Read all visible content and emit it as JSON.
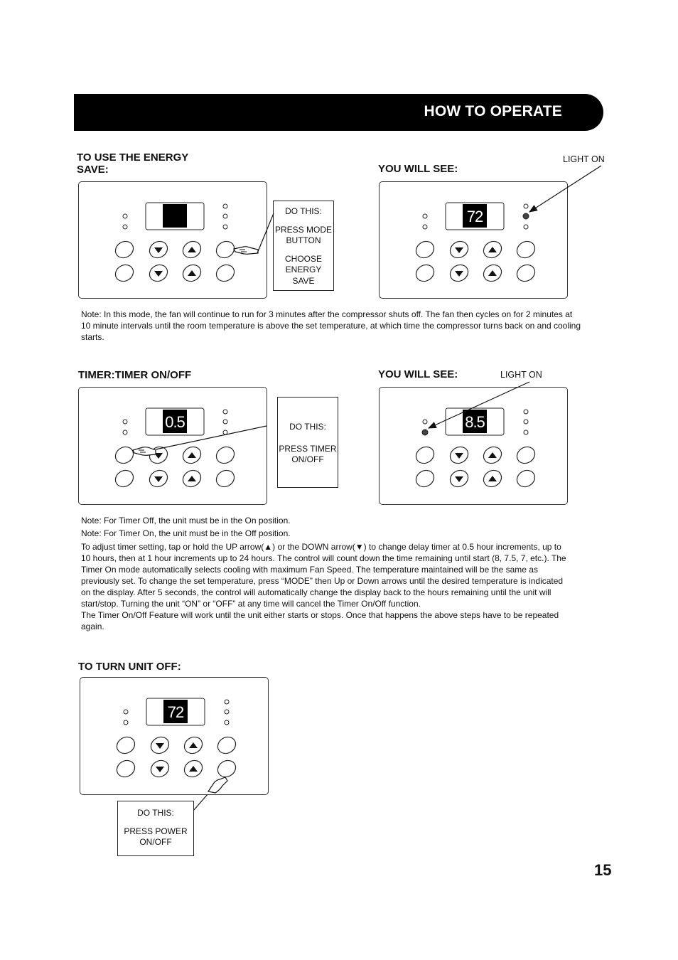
{
  "header": {
    "title": "HOW TO OPERATE"
  },
  "energy": {
    "heading_line1": "TO USE THE ENERGY",
    "heading_line2": "SAVE:",
    "see_heading": "YOU WILL SEE:",
    "light_label": "LIGHT ON",
    "callout": {
      "line1": "DO THIS:",
      "line2": "PRESS MODE",
      "line3": "BUTTON",
      "line4": "CHOOSE",
      "line5": "ENERGY",
      "line6": "SAVE"
    },
    "display_before": "",
    "display_after": "72"
  },
  "note1": "Note:   In this mode, the fan will continue to run for 3 minutes  after the compressor shuts off. The fan then cycles on for 2 minutes at 10 minute intervals until the room temperature is  above the set temperature, at which time the compressor turns back on and cooling starts.",
  "timer": {
    "heading": "TIMER:TIMER ON/OFF",
    "see_heading": "YOU WILL SEE:",
    "light_label": "LIGHT ON",
    "callout": {
      "line1": "DO THIS:",
      "line2": "PRESS TIMER",
      "line3": "ON/OFF"
    },
    "display_before": "0.5",
    "display_after": "8.5"
  },
  "notes2": [
    "Note: For Timer Off, the unit must be in the On position.",
    "Note: For Timer On, the unit must be in the Off position.",
    "To adjust timer setting, tap or hold the UP arrow(▲) or the  DOWN arrow(▼) to change delay timer at 0.5 hour increments, up to 10 hours, then at 1 hour increments up to 24  hours. The control will count down the time remaining until start (8, 7.5, 7, etc.). The Timer On mode automatically  selects cooling with maximum Fan Speed. The temperature maintained will be the same as previously set. To change the  set temperature, press “MODE” then Up or Down arrows until the desired temperature is indicated on the display. After 5 seconds, the control will automatically change the display back to the hours remaining until the unit will start/stop. Turning the unit “ON” or “OFF” at any time will cancel the Timer On/Off function.",
    "The Timer On/Off Feature will work until the unit either  starts or stops. Once that happens the above steps have to be repeated again."
  ],
  "off": {
    "heading": "TO TURN UNIT OFF:",
    "callout": {
      "line1": "DO THIS:",
      "line2": "PRESS POWER",
      "line3": "ON/OFF"
    },
    "display": "72"
  },
  "page_number": "15"
}
